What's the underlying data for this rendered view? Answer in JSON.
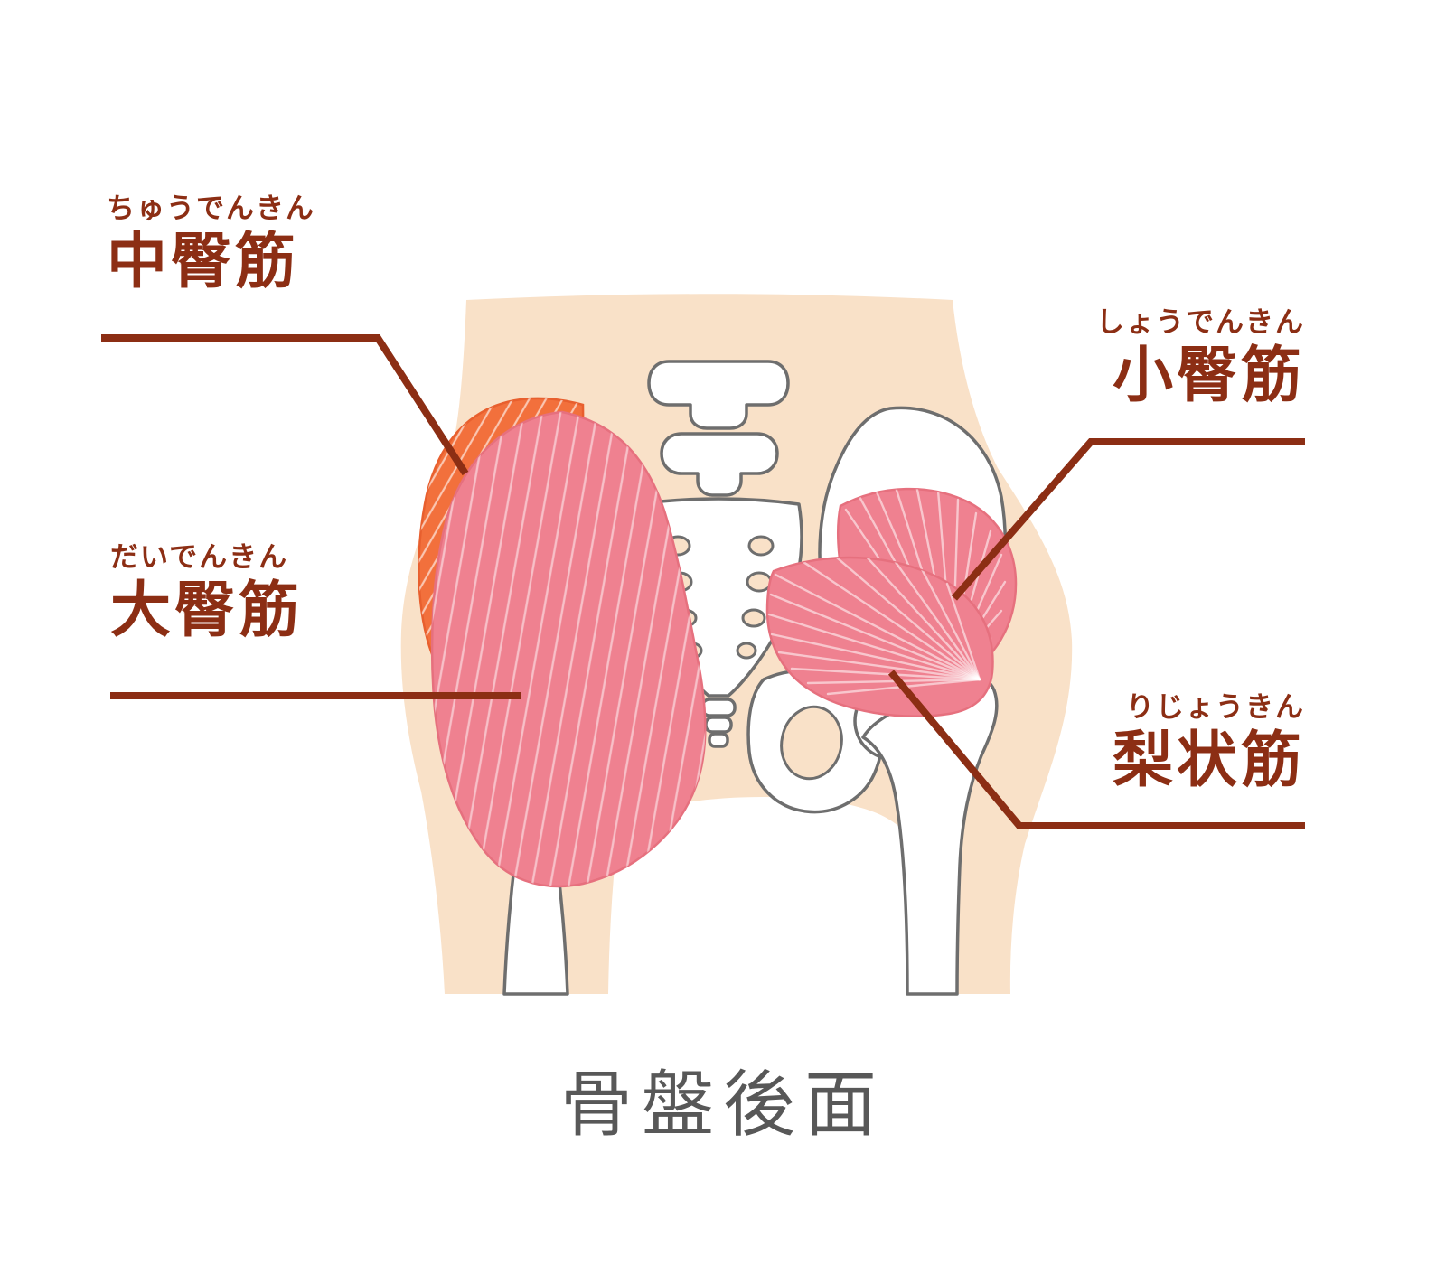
{
  "title": {
    "text": "骨盤後面"
  },
  "labels": {
    "medius": {
      "furigana": "ちゅうでんきん",
      "kanji": "中臀筋"
    },
    "maximus": {
      "furigana": "だいでんきん",
      "kanji": "大臀筋"
    },
    "minimus": {
      "furigana": "しょうでんきん",
      "kanji": "小臀筋"
    },
    "piriformis": {
      "furigana": "りじょうきん",
      "kanji": "梨状筋"
    }
  },
  "colors": {
    "label_brown": "#8C2E14",
    "title_gray": "#585858",
    "skin": "#F9E1C8",
    "muscle_pink": "#EF8190",
    "muscle_pink_edge": "#E6707E",
    "muscle_orange": "#F2703C",
    "muscle_orange_edge": "#E85F2E",
    "bone_outline": "#6E6E6E"
  }
}
